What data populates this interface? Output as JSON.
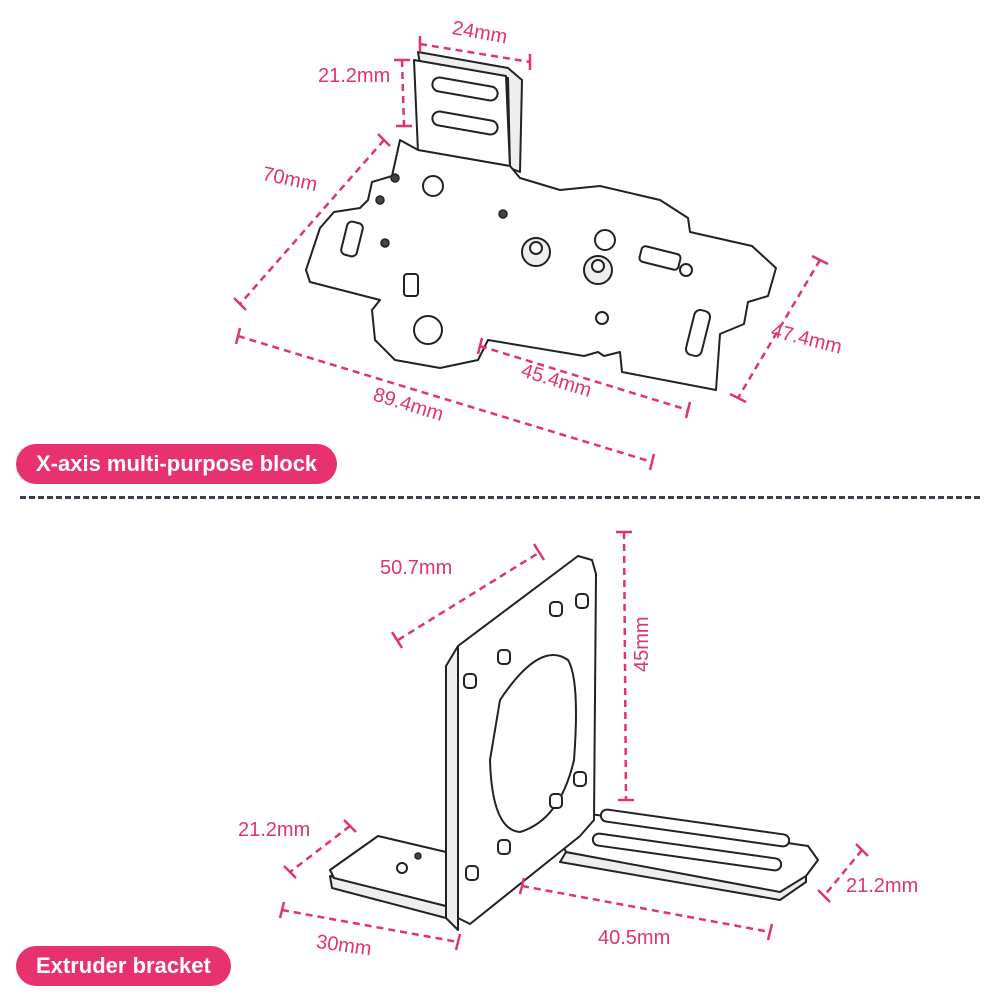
{
  "sections": {
    "top_label": "X-axis multi-purpose block",
    "bottom_label": "Extruder bracket"
  },
  "dimensions": {
    "top": {
      "d24": "24mm",
      "d21_2": "21.2mm",
      "d70": "70mm",
      "d89_4": "89.4mm",
      "d45_4": "45.4mm",
      "d47_4": "47.4mm"
    },
    "bottom": {
      "d50_7": "50.7mm",
      "d45": "45mm",
      "d21_2_left": "21.2mm",
      "d30": "30mm",
      "d40_5": "40.5mm",
      "d21_2_right": "21.2mm"
    }
  },
  "colors": {
    "accent": "#e0336f",
    "label_bg": "#e8326e",
    "divider": "#3a3f4d"
  }
}
